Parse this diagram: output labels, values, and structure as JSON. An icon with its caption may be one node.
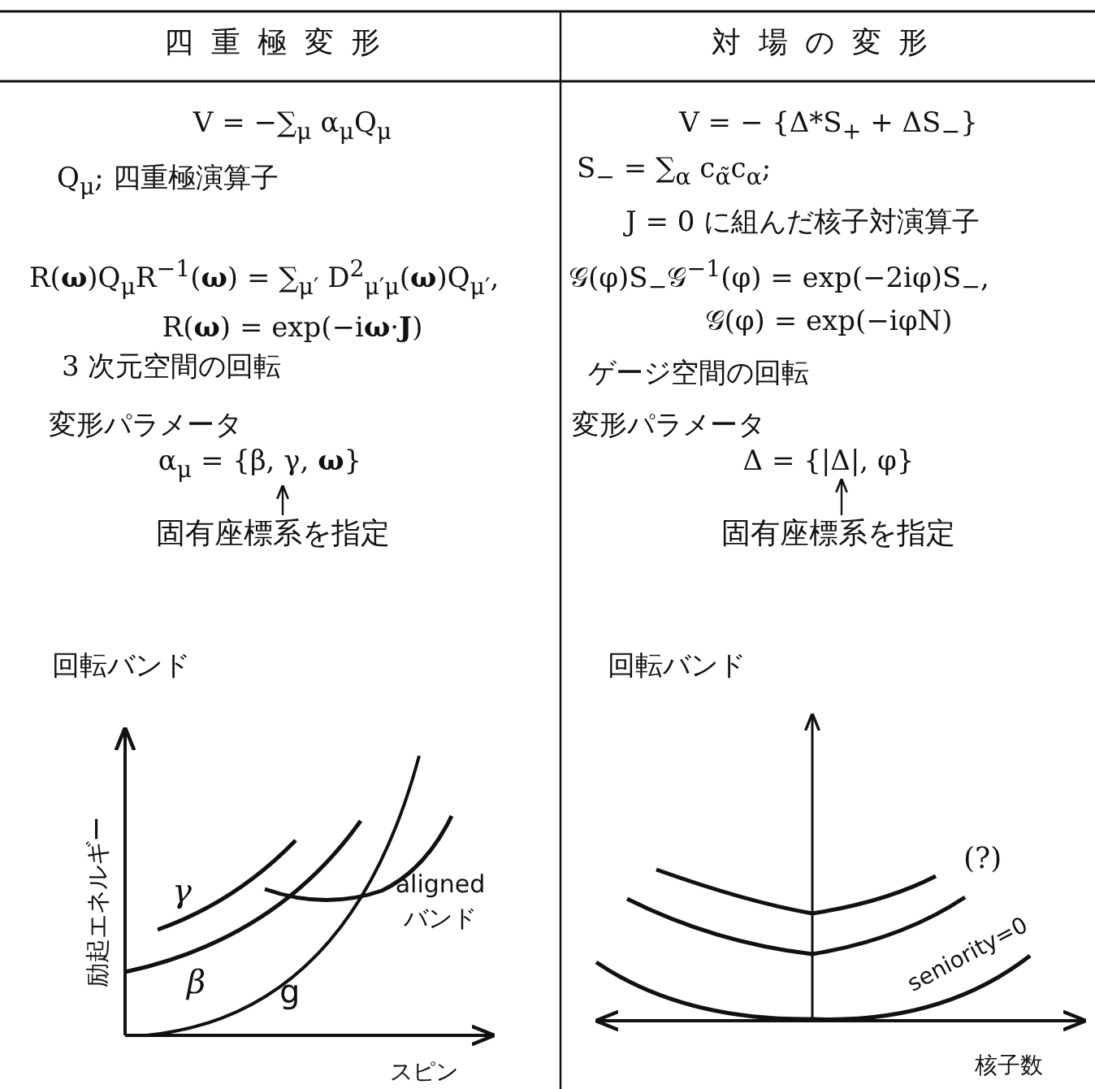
{
  "diagram": {
    "nodes": [
      {
        "text": [
          "α$_{μ}$ = {β, γ, **ω**}"
        ]
      },
      {
        "text": [
          "固有座標系を指定"
        ]
      },
      {
        "text": [
          "Δ = {|Δ|, φ}"
        ]
      },
      {
        "text": [
          "固有座標系を指定"
        ]
      }
    ],
    "edges": [
      {
        "from": 1,
        "to": 0,
        "arrow": "to"
      },
      {
        "from": 3,
        "to": 2,
        "arrow": "to"
      }
    ],
    "labels": [
      "四重極変形",
      "対場の変形",
      "V = −∑$_{μ}$ α$_{μ}$Q$_{μ}$",
      "Q$_{μ}$;  四重極演算子",
      "R(**ω**)Q$_{μ}$R$^{−1}$(**ω**) = ∑$_{μ′}$ D$^{2}$$_{μ′μ}$(**ω**)Q$_{μ′}$,",
      "R(**ω**) = exp(−i**ω**·**J**)",
      "3 次元空間の回転",
      "変形パラメータ",
      "回転バンド",
      "励起エネルギー",
      "スピン",
      "γ",
      "β",
      "g",
      "aligned バンド",
      "V = − {Δ*S$_{+}$ + ΔS$_{−}$}",
      "S$_{−}$ = ∑$_{α}$ c$_{α̃}$c$_{α}$;",
      "J = 0 に組んだ核子対演算子",
      "𝒢(φ)S$_{−}$𝒢$^{−1}$(φ) = exp(−2iφ)S$_{−}$,",
      "𝒢(φ) = exp(−iφN)",
      "ゲージ空間の回転",
      "変形パラメータ",
      "回転バンド",
      "(?)",
      "seniority=0",
      "核子数"
    ]
  }
}
